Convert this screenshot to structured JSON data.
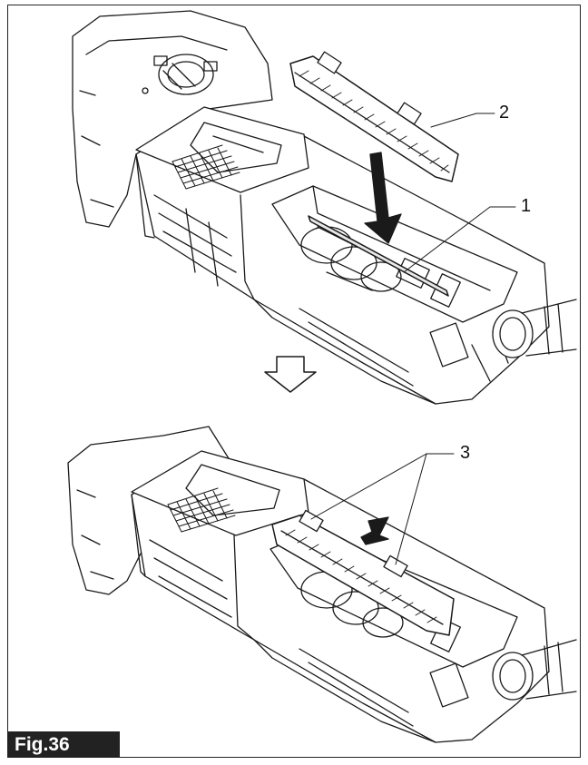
{
  "figure": {
    "label": "Fig.36",
    "callouts": {
      "filter_seat": "1",
      "filter": "2",
      "filter_tabs": "3"
    }
  },
  "colors": {
    "line": "#1a1a1a",
    "background": "#ffffff",
    "label_background": "#222222",
    "label_text": "#ffffff"
  }
}
